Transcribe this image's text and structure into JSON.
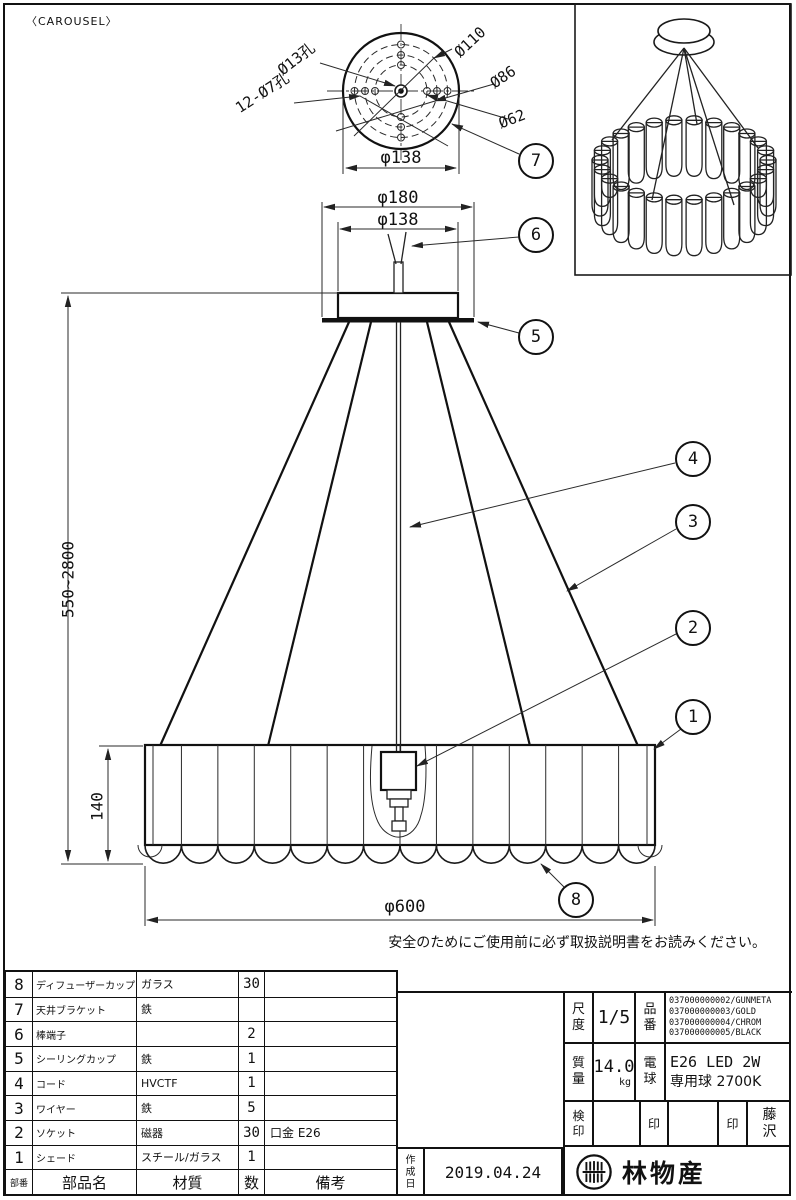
{
  "header": {
    "model_label": "〈CAROUSEL〉"
  },
  "drawing": {
    "top_view": {
      "hole_center": "Ø13孔",
      "bolt_circle_110": "Ø110",
      "bolt_circle_86": "Ø86",
      "holes_12": "12-Ø7孔",
      "bolt_circle_62": "Ø62",
      "dia_138": "φ138"
    },
    "front_view": {
      "dia_180": "φ180",
      "dia_138": "φ138",
      "height_range": "550~2800",
      "shade_height": "140",
      "dia_600": "φ600"
    },
    "callouts": {
      "c1": "1",
      "c2": "2",
      "c3": "3",
      "c4": "4",
      "c5": "5",
      "c6": "6",
      "c7": "7",
      "c8": "8"
    },
    "safety_note": "安全のためにご使用前に必ず取扱説明書をお読みください。"
  },
  "parts_table": {
    "headers": {
      "no": "部番",
      "name": "部品名",
      "material": "材質",
      "qty": "数",
      "remarks": "備考"
    },
    "rows": [
      {
        "no": "8",
        "name": "ディフューザーカップ",
        "material": "ガラス",
        "qty": "30",
        "remarks": ""
      },
      {
        "no": "7",
        "name": "天井ブラケット",
        "material": "鉄",
        "qty": "",
        "remarks": ""
      },
      {
        "no": "6",
        "name": "棒端子",
        "material": "",
        "qty": "2",
        "remarks": ""
      },
      {
        "no": "5",
        "name": "シーリングカップ",
        "material": "鉄",
        "qty": "1",
        "remarks": ""
      },
      {
        "no": "4",
        "name": "コード",
        "material": "HVCTF",
        "qty": "1",
        "remarks": ""
      },
      {
        "no": "3",
        "name": "ワイヤー",
        "material": "鉄",
        "qty": "5",
        "remarks": ""
      },
      {
        "no": "2",
        "name": "ソケット",
        "material": "磁器",
        "qty": "30",
        "remarks": "口金 E26"
      },
      {
        "no": "1",
        "name": "シェード",
        "material": "スチール/ガラス",
        "qty": "1",
        "remarks": ""
      }
    ]
  },
  "title_block": {
    "scale_label": "尺度",
    "scale_value": "1/5",
    "part_no_label": "品番",
    "part_numbers": [
      "037000000002/GUNMETA",
      "037000000003/GOLD",
      "037000000004/CHROM",
      "037000000005/BLACK"
    ],
    "mass_label": "質量",
    "mass_value": "14.0",
    "mass_unit": "kg",
    "bulb_label": "電球",
    "bulb_line1": "E26 LED 2W",
    "bulb_line2": "専用球 2700K",
    "inspection_label": "検印",
    "stamp_label1": "印",
    "stamp_label2": "印",
    "stamp_name": "藤沢",
    "date_label": "作成日",
    "date_value": "2019.04.24",
    "company": "林物産"
  }
}
